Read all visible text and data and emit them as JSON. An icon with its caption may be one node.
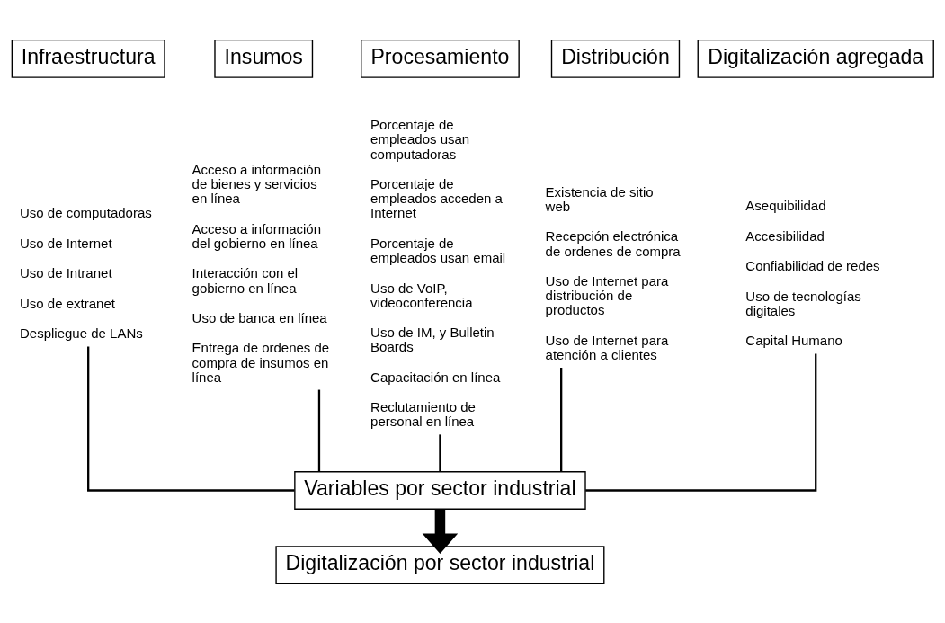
{
  "diagram": {
    "nodes": [
      {
        "text": [
          "Infraestructura"
        ]
      },
      {
        "text": [
          "Insumos"
        ]
      },
      {
        "text": [
          "Procesamiento"
        ]
      },
      {
        "text": [
          "Distribución"
        ]
      },
      {
        "text": [
          "Digitalización agregada"
        ]
      },
      {
        "text": [
          "Uso de computadoras",
          "Uso de Internet",
          "Uso de Intranet",
          "Uso de extranet",
          "Despliegue de LANs"
        ]
      },
      {
        "text": [
          "Acceso a información de bienes y servicios en línea",
          "Acceso a información del gobierno en línea",
          "Interacción con el gobierno en línea",
          "Uso de banca en línea",
          "Entrega de ordenes de compra de insumos en línea"
        ]
      },
      {
        "text": [
          "Porcentaje de empleados usan computadoras",
          "Porcentaje de empleados acceden a Internet",
          "Porcentaje de empleados usan email",
          "Uso de VoIP, videoconferencia",
          "Uso de IM, y Bulletin Boards",
          "Capacitación en línea",
          "Reclutamiento de personal en línea"
        ]
      },
      {
        "text": [
          "Existencia de sitio web",
          "Recepción electrónica de ordenes de compra",
          "Uso de Internet para distribución de productos",
          "Uso de Internet para atención a clientes"
        ]
      },
      {
        "text": [
          "Asequibilidad",
          "Accesibilidad",
          "Confiabilidad de redes",
          "Uso de tecnologías digitales",
          "Capital Humano"
        ]
      },
      {
        "text": [
          "Variables por sector industrial"
        ]
      },
      {
        "text": [
          "Digitalización por sector industrial"
        ]
      }
    ],
    "edges": [
      {
        "from": 5,
        "to": 10,
        "arrow": "none"
      },
      {
        "from": 6,
        "to": 10,
        "arrow": "none"
      },
      {
        "from": 7,
        "to": 10,
        "arrow": "none"
      },
      {
        "from": 8,
        "to": 10,
        "arrow": "none"
      },
      {
        "from": 9,
        "to": 10,
        "arrow": "none"
      },
      {
        "from": 10,
        "to": 11,
        "arrow": "to",
        "style": "thick"
      }
    ]
  }
}
